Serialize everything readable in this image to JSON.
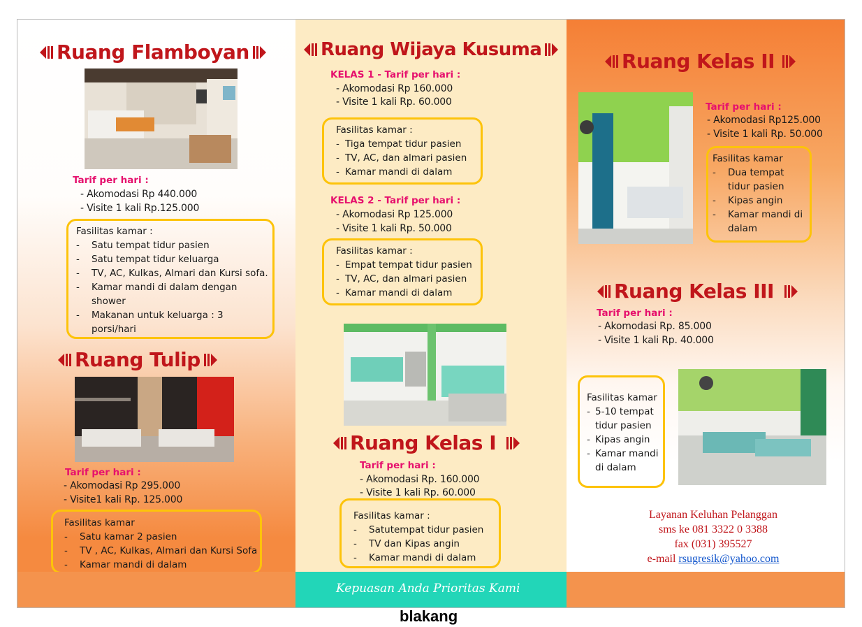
{
  "flamboyan": {
    "title": "Ruang Flamboyan",
    "tarif_label": "Tarif  per hari :",
    "akomodasi": "- Akomodasi   Rp 440.000",
    "visite": "- Visite 1 kali  Rp.125.000",
    "fasilitas_title": "Fasilitas kamar :",
    "fasilitas": [
      "Satu tempat tidur pasien",
      "Satu tempat tidur keluarga",
      "TV, AC, Kulkas, Almari dan Kursi sofa.",
      "Kamar mandi di dalam dengan",
      "shower",
      "Makanan untuk keluarga : 3",
      "porsi/hari"
    ]
  },
  "tulip": {
    "title": "Ruang Tulip",
    "tarif_label": "Tarif  per hari :",
    "akomodasi": "-  Akomodasi    Rp 295.000",
    "visite": "-  Visite1 kali   Rp.  125.000",
    "fasilitas_title": "Fasilitas kamar",
    "fasilitas": [
      "Satu  kamar 2 pasien",
      "TV , AC, Kulkas, Almari dan Kursi Sofa",
      "Kamar mandi di dalam"
    ]
  },
  "wijaya": {
    "title": "Ruang Wijaya Kusuma",
    "kelas1_label": "KELAS 1 - Tarif  per hari :",
    "k1_akomodasi": "-  Akomodasi   Rp 160.000",
    "k1_visite": "-  Visite 1 kali  Rp.  60.000",
    "k1_fasilitas_title": "Fasilitas kamar :",
    "k1_fasilitas": [
      "Tiga tempat tidur pasien",
      "TV, AC, dan almari pasien",
      "Kamar mandi di dalam"
    ],
    "kelas2_label": "KELAS 2 - Tarif  per hari :",
    "k2_akomodasi": "-  Akomodasi    Rp 125.000",
    "k2_visite": "-  Visite 1 kali  Rp.  50.000",
    "k2_fasilitas_title": "Fasilitas kamar :",
    "k2_fasilitas": [
      "Empat tempat tidur pasien",
      "TV, AC, dan almari pasien",
      "Kamar mandi di dalam"
    ]
  },
  "kelas1": {
    "title": "Ruang Kelas I",
    "tarif_label": "Tarif  per hari :",
    "akomodasi": "- Akomodasi Rp. 160.000",
    "visite": "- Visite 1 kali Rp.   60.000",
    "fasilitas_title": "Fasilitas kamar :",
    "fasilitas": [
      "Satutempat tidur pasien",
      "TV dan Kipas angin",
      "Kamar mandi di dalam"
    ]
  },
  "kelas2": {
    "title": "Ruang Kelas II",
    "tarif_label": "Tarif  per hari :",
    "akomodasi": "- Akomodasi Rp125.000",
    "visite": "- Visite 1 kali Rp. 50.000",
    "fasilitas_title": "Fasilitas kamar",
    "fasilitas": [
      "Dua tempat",
      "tidur pasien",
      "Kipas angin",
      "Kamar mandi di",
      "dalam"
    ]
  },
  "kelas3": {
    "title": "Ruang Kelas III",
    "tarif_label": "Tarif  per hari :",
    "akomodasi": "- Akomodasi  Rp. 85.000",
    "visite": "- Visite 1 kali Rp. 40.000",
    "fasilitas_title": "Fasilitas kamar",
    "fasilitas": [
      "5-10 tempat",
      "tidur pasien",
      "Kipas angin",
      "Kamar mandi",
      "di dalam"
    ]
  },
  "contact": {
    "line1": "Layanan Keluhan Pelanggan",
    "line2": "sms ke 081 3322 0 3388",
    "line3": "fax (031) 395527",
    "email_label": "e-mail",
    "email": "rsugresik@yahoo.com"
  },
  "slogan": "Kepuasan Anda Prioritas Kami",
  "caption": "blakang",
  "colors": {
    "title_red": "#c0161b",
    "label_pink": "#e6106d",
    "box_yellow": "#fdc30a",
    "band_orange": "#f4934d",
    "band_teal": "#22d6b8"
  }
}
